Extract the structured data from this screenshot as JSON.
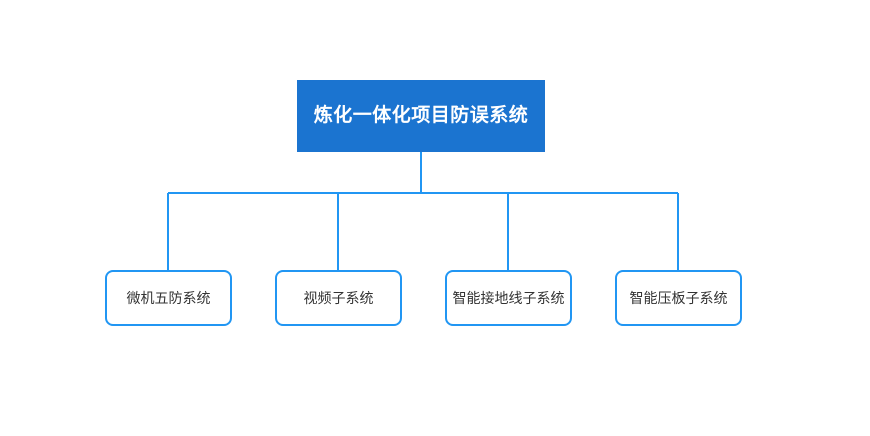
{
  "diagram": {
    "type": "org-chart",
    "orientation": "top-down",
    "background_color": "#ffffff",
    "root": {
      "label": "炼化一体化项目防误系统",
      "fill_color": "#1b74d0",
      "text_color": "#ffffff"
    },
    "connector": {
      "color": "#2196f3",
      "width": 2
    },
    "children": [
      {
        "label": "微机五防系统",
        "fill_color": "#ffffff",
        "border_color": "#2196f3",
        "text_color": "#333333"
      },
      {
        "label": "视频子系统",
        "fill_color": "#ffffff",
        "border_color": "#2196f3",
        "text_color": "#333333"
      },
      {
        "label": "智能接地线子系统",
        "fill_color": "#ffffff",
        "border_color": "#2196f3",
        "text_color": "#333333"
      },
      {
        "label": "智能压板子系统",
        "fill_color": "#ffffff",
        "border_color": "#2196f3",
        "text_color": "#333333"
      }
    ]
  }
}
